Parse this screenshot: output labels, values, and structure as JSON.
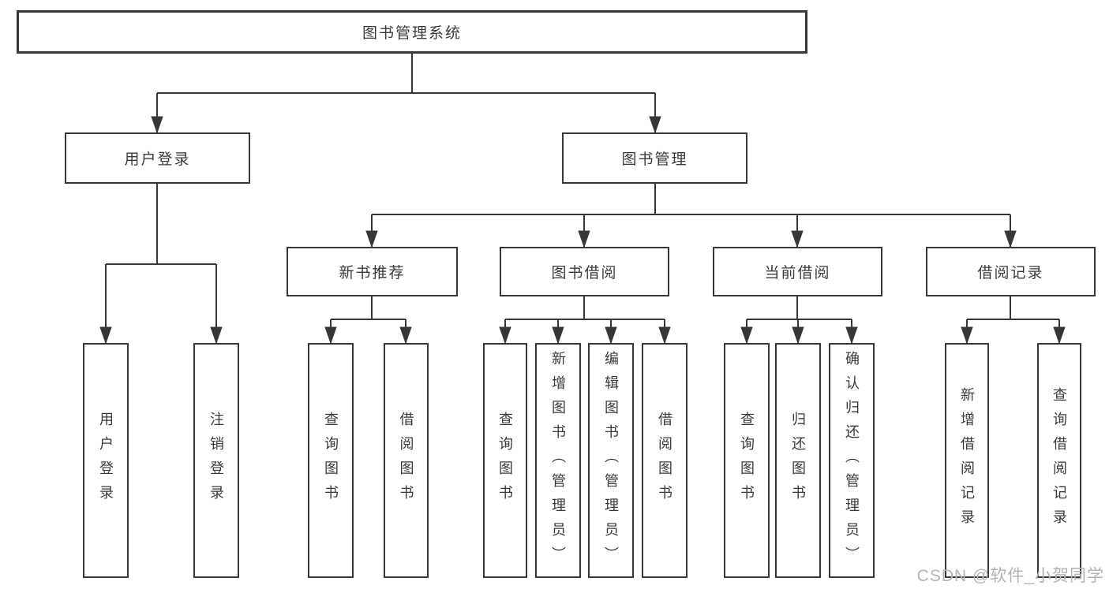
{
  "tree": {
    "label": "图书管理系统",
    "children": [
      {
        "label": "用户登录",
        "children": [
          {
            "label": "用户登录"
          },
          {
            "label": "注销登录"
          }
        ]
      },
      {
        "label": "图书管理",
        "children": [
          {
            "label": "新书推荐",
            "children": [
              {
                "label": "查询图书"
              },
              {
                "label": "借阅图书"
              }
            ]
          },
          {
            "label": "图书借阅",
            "children": [
              {
                "label": "查询图书"
              },
              {
                "label": "新增图书（管理员）"
              },
              {
                "label": "编辑图书（管理员）"
              },
              {
                "label": "借阅图书"
              }
            ]
          },
          {
            "label": "当前借阅",
            "children": [
              {
                "label": "查询图书"
              },
              {
                "label": "归还图书"
              },
              {
                "label": "确认归还（管理员）"
              }
            ]
          },
          {
            "label": "借阅记录",
            "children": [
              {
                "label": "新增借阅记录"
              },
              {
                "label": "查询借阅记录"
              }
            ]
          }
        ]
      }
    ]
  },
  "watermark": "CSDN @软件_小贺同学",
  "colors": {
    "line": "#373737",
    "text": "#3a3a3a",
    "watermark": "#b7b2b2",
    "background": "#ffffff"
  }
}
